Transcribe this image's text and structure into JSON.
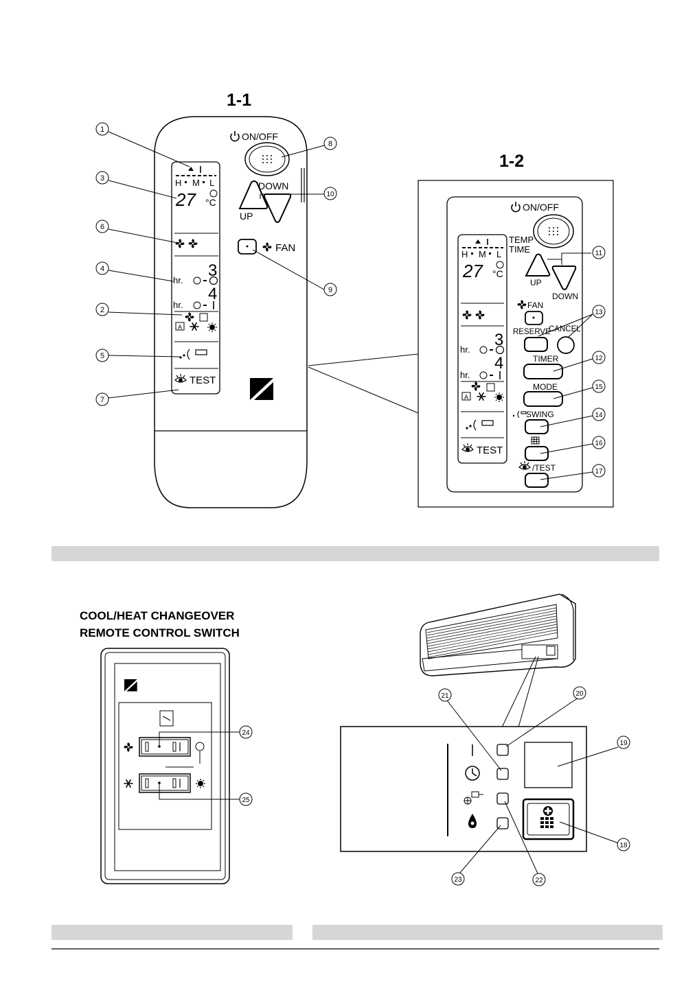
{
  "fig1": {
    "title": "1-1",
    "power_label": "ON/OFF",
    "down_label": "DOWN",
    "up_label": "UP",
    "fan_label": "FAN",
    "lcd": {
      "fan_speeds": [
        "H",
        "M",
        "L"
      ],
      "temp": "27",
      "unit": "°C",
      "hr": "hr.",
      "timer_on_digit": "3",
      "timer_off_digit": "4",
      "test": "TEST"
    },
    "brand": "DAIKIN",
    "callouts": [
      "1",
      "3",
      "6",
      "4",
      "2",
      "5",
      "7",
      "8",
      "10",
      "9"
    ]
  },
  "fig2": {
    "title": "1-2",
    "power_label": "ON/OFF",
    "temp_label": "TEMP",
    "time_label": "TIME",
    "up_label": "UP",
    "down_label": "DOWN",
    "fan_label": "FAN",
    "reserve_label": "RESERVE",
    "cancel_label": "CANCEL",
    "timer_label": "TIMER",
    "mode_label": "MODE",
    "swing_label": "SWING",
    "test_label": "/TEST",
    "lcd": {
      "fan_speeds": [
        "H",
        "M",
        "L"
      ],
      "temp": "27",
      "unit": "°C",
      "hr": "hr.",
      "timer_on_digit": "3",
      "timer_off_digit": "4",
      "test": "TEST"
    },
    "callouts": [
      "11",
      "13",
      "12",
      "15",
      "14",
      "16",
      "17"
    ]
  },
  "switch": {
    "heading_line1": "COOL/HEAT CHANGEOVER",
    "heading_line2": "REMOTE CONTROL SWITCH",
    "brand": "DAIKIN",
    "callouts": [
      "24",
      "25"
    ]
  },
  "indoor_unit": {
    "callouts": [
      "21",
      "20",
      "19",
      "18",
      "23",
      "22"
    ]
  }
}
